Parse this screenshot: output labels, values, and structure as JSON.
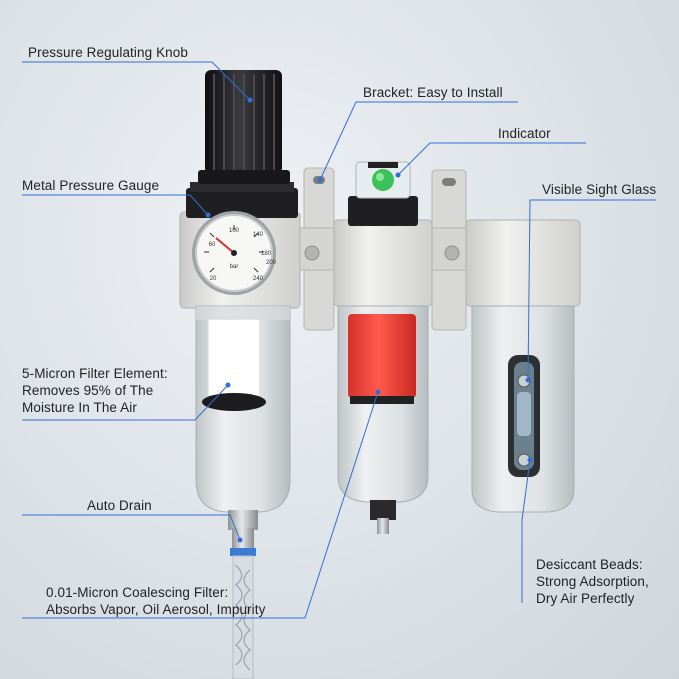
{
  "labels": {
    "knob": "Pressure Regulating Knob",
    "bracket": "Bracket: Easy to Install",
    "indicator": "Indicator",
    "gauge": "Metal Pressure Gauge",
    "sight_glass": "Visible Sight Glass",
    "filter_element": [
      "5-Micron Filter Element:",
      "Removes 95% of The",
      "Moisture In The Air"
    ],
    "auto_drain": "Auto Drain",
    "coalescing": [
      "0.01-Micron Coalescing Filter:",
      "Absorbs Vapor, Oil Aerosol, Impurity"
    ],
    "desiccant": [
      "Desiccant Beads:",
      "Strong Adsorption,",
      "Dry Air Perfectly"
    ]
  },
  "gauge": {
    "ticks": [
      "20",
      "60",
      "100",
      "140",
      "180",
      "200",
      "240"
    ],
    "unit": "bar"
  },
  "colors": {
    "leader_line": "#2f6fd6",
    "bowl_clear": "#e4e8ea",
    "coalescing_element": "#f0453c",
    "indicator_green": "#3bc25a",
    "body_white": "#ececea",
    "knob_black": "#1c1c1e"
  }
}
